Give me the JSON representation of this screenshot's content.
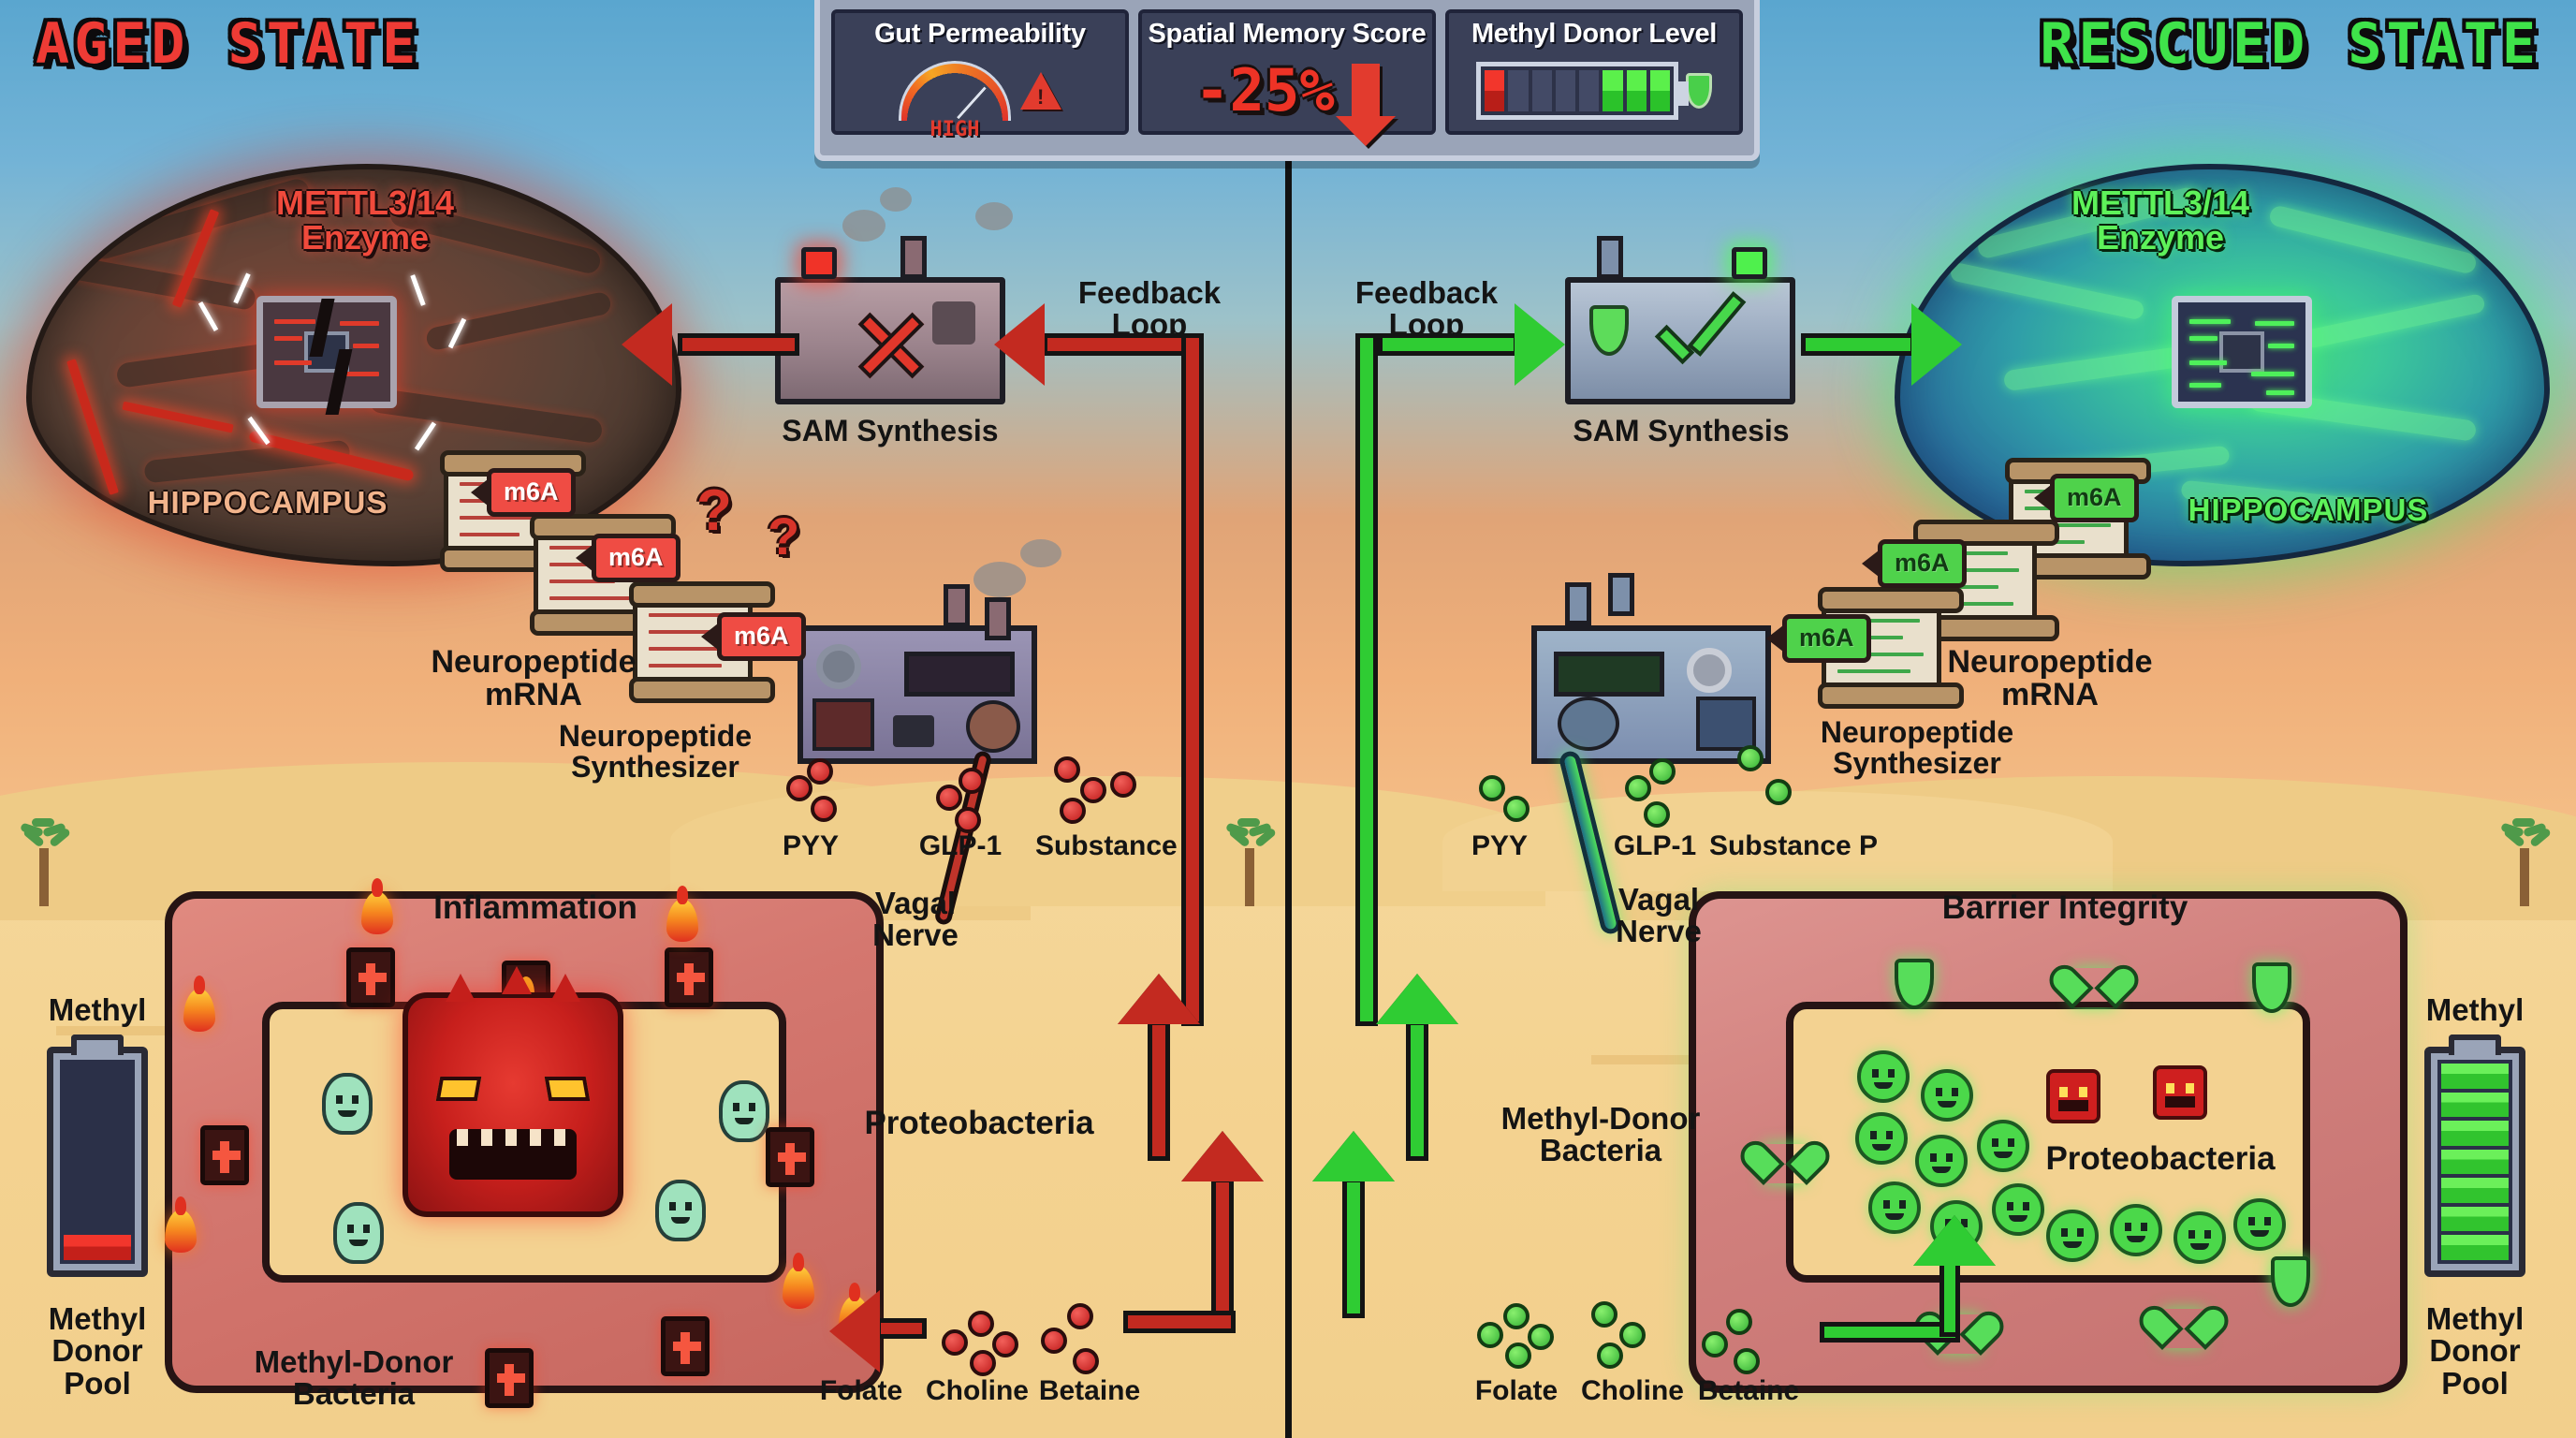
{
  "panels": {
    "left": {
      "title": "AGED STATE",
      "accent": "#ee3b35"
    },
    "right": {
      "title": "RESCUED STATE",
      "accent": "#3fe34a"
    }
  },
  "hud": {
    "cells": [
      {
        "label": "Gut Permeability",
        "icon": "gauge-icon",
        "value": "HIGH",
        "warning_icon": "warning-triangle-icon"
      },
      {
        "label": "Spatial Memory Score",
        "value": "-25%",
        "icon": "down-arrow-icon"
      },
      {
        "label": "Methyl Donor Level",
        "icon": "battery-icon",
        "red_bars": 1,
        "green_bars": 3,
        "empty_bars": 4,
        "shield_icon": "shield-icon"
      }
    ]
  },
  "left_panel": {
    "brain": {
      "enzyme_label": "METTL3/14\nEnzyme",
      "enzyme_line1": "METTL3/14",
      "enzyme_line2": "Enzyme",
      "hippocampus_label": "HIPPOCAMPUS",
      "chip_icon": "cracked-microchip-icon"
    },
    "mrna": {
      "label_line1": "Neuropeptide",
      "label_line2": "mRNA",
      "tags": [
        "m6A",
        "m6A",
        "m6A"
      ],
      "question_marks": [
        "?",
        "?"
      ]
    },
    "sam": {
      "label": "SAM Synthesis",
      "status_icon": "red-x-icon"
    },
    "feedback": {
      "label_line1": "Feedback",
      "label_line2": "Loop"
    },
    "synthesizer": {
      "label_line1": "Neuropeptide",
      "label_line2": "Synthesizer",
      "peptides": [
        "PYY",
        "GLP-1",
        "Substance P"
      ]
    },
    "vagal": {
      "label_line1": "Vagal",
      "label_line2": "Nerve"
    },
    "gut": {
      "inflammation_label": "Inflammation",
      "proteobacteria_label": "Proteobacteria",
      "methyl_donor_bacteria_line1": "Methyl-Donor",
      "methyl_donor_bacteria_line2": "Bacteria"
    },
    "pool": {
      "label_line1": "Methyl",
      "label_line2": "Methyl",
      "label_line3": "Donor",
      "label_line4": "Pool",
      "filled_cells": 1,
      "total_cells": 7,
      "color": "#f2362c"
    },
    "donors": [
      "Folate",
      "Choline",
      "Betaine"
    ]
  },
  "right_panel": {
    "brain": {
      "enzyme_line1": "METTL3/14",
      "enzyme_line2": "Enzyme",
      "hippocampus_label": "HIPPOCAMPUS",
      "chip_icon": "healthy-microchip-icon"
    },
    "mrna": {
      "label_line1": "Neuropeptide",
      "label_line2": "mRNA",
      "tags": [
        "m6A",
        "m6A",
        "m6A"
      ]
    },
    "sam": {
      "label": "SAM Synthesis",
      "status_icon": "green-check-icon"
    },
    "feedback": {
      "label_line1": "Feedback",
      "label_line2": "Loop"
    },
    "synthesizer": {
      "label_line1": "Neuropeptide",
      "label_line2": "Synthesizer",
      "peptides": [
        "PYY",
        "GLP-1",
        "Substance P"
      ]
    },
    "vagal": {
      "label_line1": "Vagal",
      "label_line2": "Nerve"
    },
    "gut": {
      "barrier_label": "Barrier Integrity",
      "proteobacteria_label": "Proteobacteria",
      "methyl_donor_bacteria_line1": "Methyl-Donor",
      "methyl_donor_bacteria_line2": "Bacteria"
    },
    "pool": {
      "label_line1": "Methyl",
      "label_line2": "Methyl",
      "label_line3": "Donor",
      "label_line4": "Pool",
      "filled_cells": 7,
      "total_cells": 7,
      "color": "#31c42e"
    },
    "donors": [
      "Folate",
      "Choline",
      "Betaine"
    ]
  }
}
